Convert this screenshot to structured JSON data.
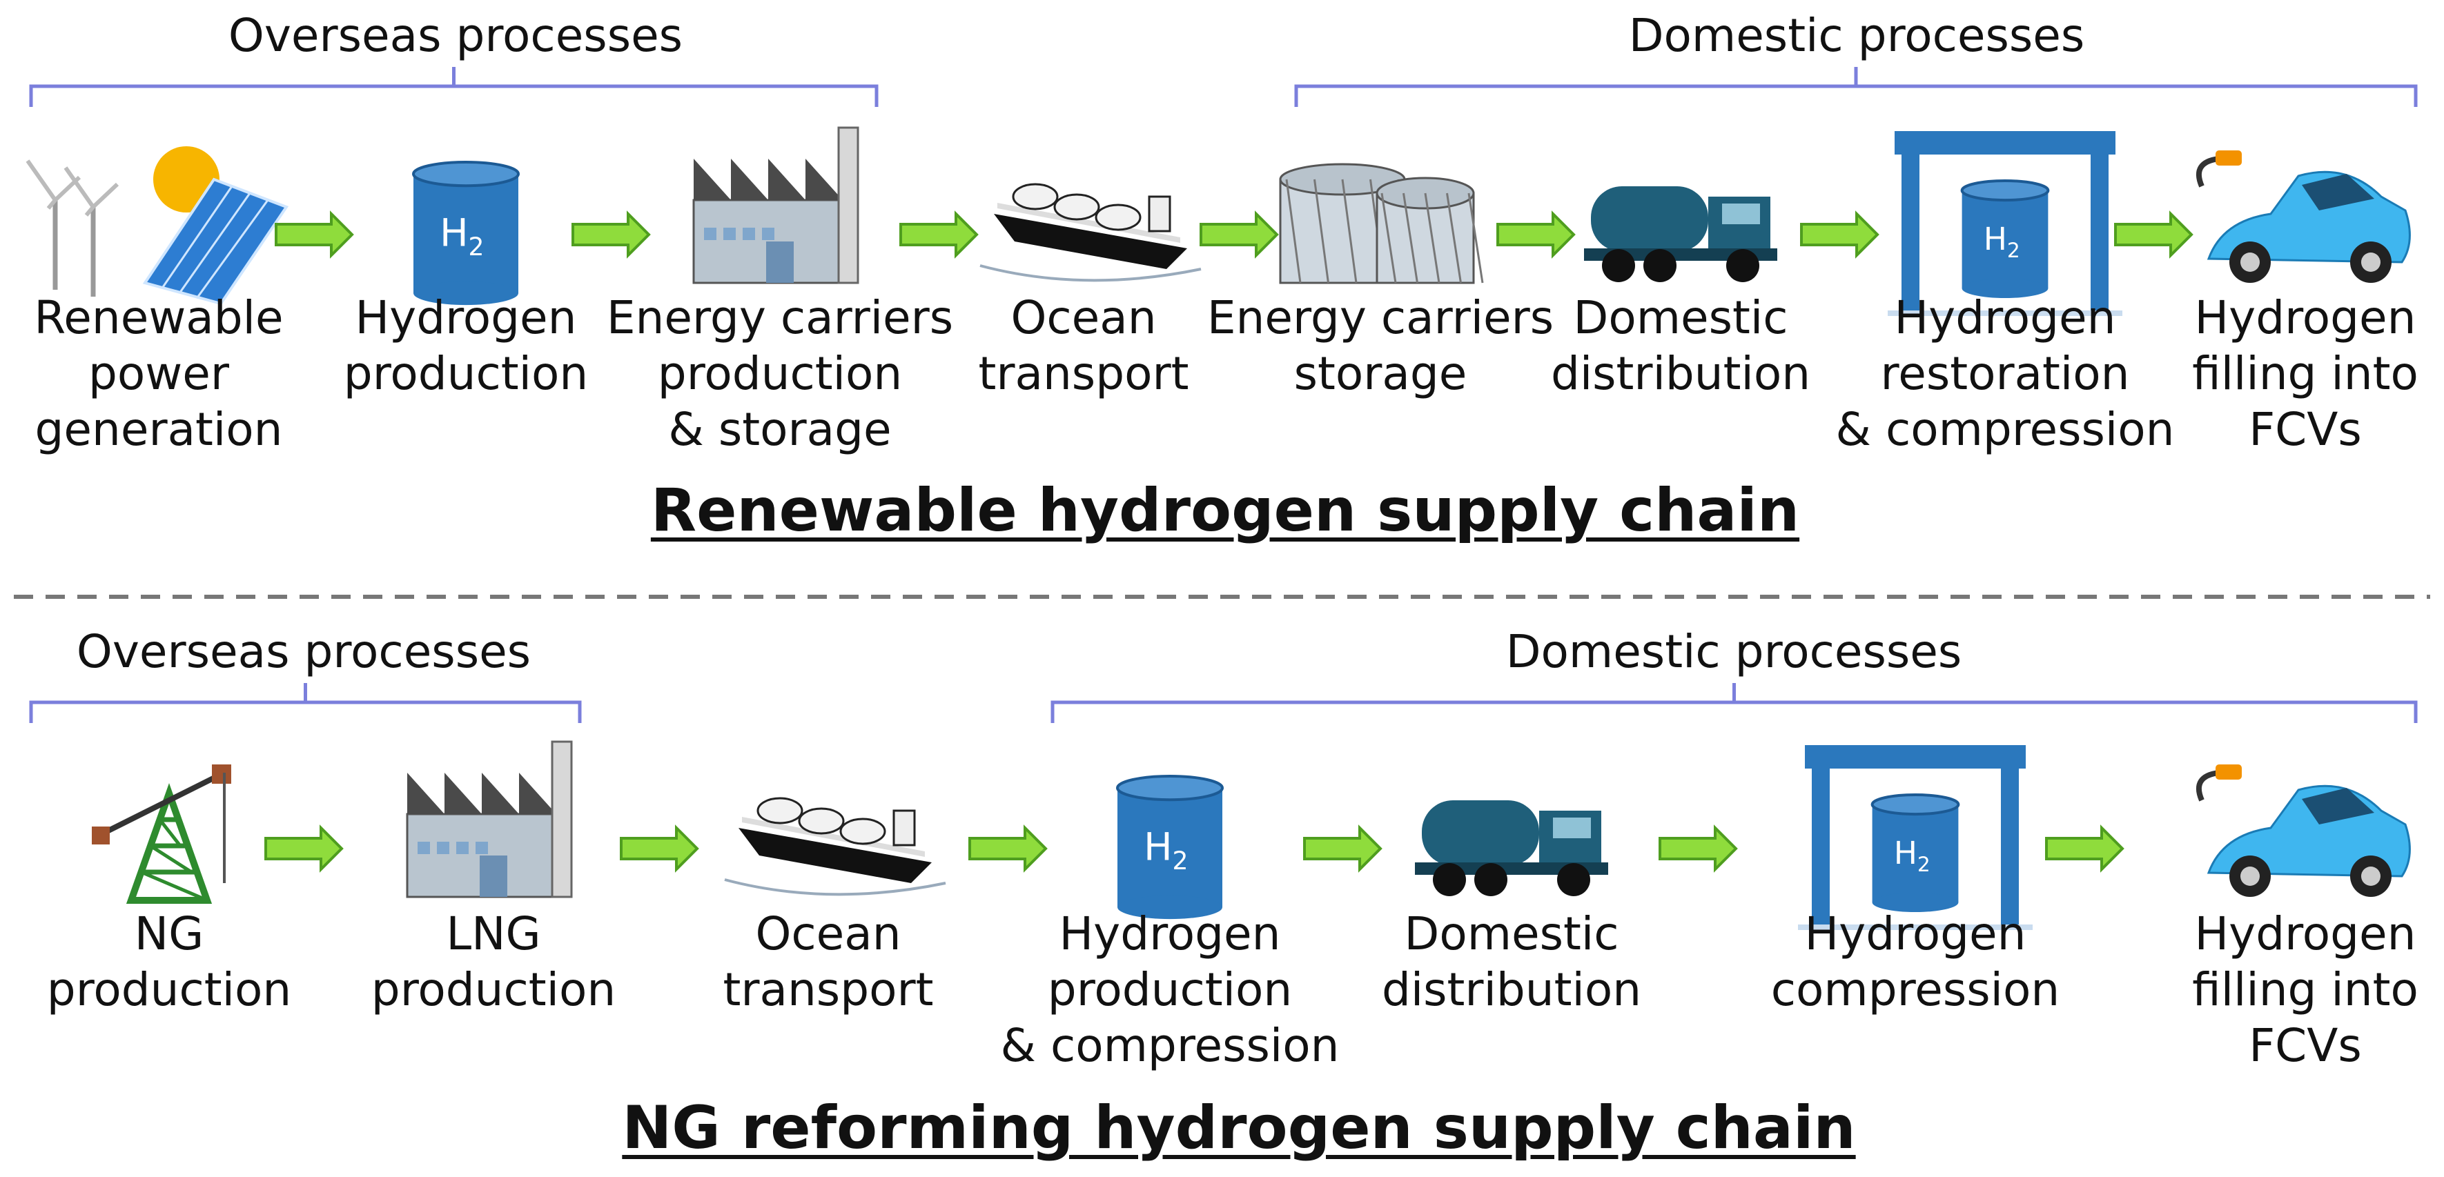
{
  "colors": {
    "bracket": "#7b7fdc",
    "arrow_fill": "#8fdc3c",
    "arrow_stroke": "#4f9e1f",
    "tank": "#2b78bd",
    "tank_dark": "#1c5a94",
    "divider": "#777777",
    "car": "#3fb6ef",
    "pylon": "#2e8b2e"
  },
  "sections": [
    {
      "title": "Renewable hydrogen supply chain",
      "overseas_label": "Overseas processes",
      "domestic_label": "Domestic processes",
      "steps": [
        {
          "icon": "wind-solar-icon",
          "lines": [
            "Renewable",
            "power",
            "generation"
          ]
        },
        {
          "icon": "hydrogen-tank-icon",
          "lines": [
            "Hydrogen",
            "production"
          ]
        },
        {
          "icon": "factory-icon",
          "lines": [
            "Energy carriers",
            "production",
            "& storage"
          ]
        },
        {
          "icon": "ship-icon",
          "lines": [
            "Ocean",
            "transport"
          ]
        },
        {
          "icon": "storage-tanks-icon",
          "lines": [
            "Energy carriers",
            "storage"
          ]
        },
        {
          "icon": "truck-icon",
          "lines": [
            "Domestic",
            "distribution"
          ]
        },
        {
          "icon": "hydrogen-station-icon",
          "lines": [
            "Hydrogen",
            "restoration",
            "& compression"
          ]
        },
        {
          "icon": "fcv-car-icon",
          "lines": [
            "Hydrogen",
            "filling into",
            "FCVs"
          ]
        }
      ]
    },
    {
      "title": "NG reforming hydrogen supply chain",
      "overseas_label": "Overseas processes",
      "domestic_label": "Domestic processes",
      "steps": [
        {
          "icon": "pump-jack-icon",
          "lines": [
            "NG",
            "production"
          ]
        },
        {
          "icon": "factory-icon",
          "lines": [
            "LNG",
            "production"
          ]
        },
        {
          "icon": "ship-icon",
          "lines": [
            "Ocean",
            "transport"
          ]
        },
        {
          "icon": "hydrogen-tank-icon",
          "lines": [
            "Hydrogen",
            "production",
            "& compression"
          ]
        },
        {
          "icon": "truck-icon",
          "lines": [
            "Domestic",
            "distribution"
          ]
        },
        {
          "icon": "hydrogen-station-icon",
          "lines": [
            "Hydrogen",
            "compression"
          ]
        },
        {
          "icon": "fcv-car-icon",
          "lines": [
            "Hydrogen",
            "filling into",
            "FCVs"
          ]
        }
      ]
    }
  ],
  "h2_label": "H",
  "h2_sub": "2"
}
